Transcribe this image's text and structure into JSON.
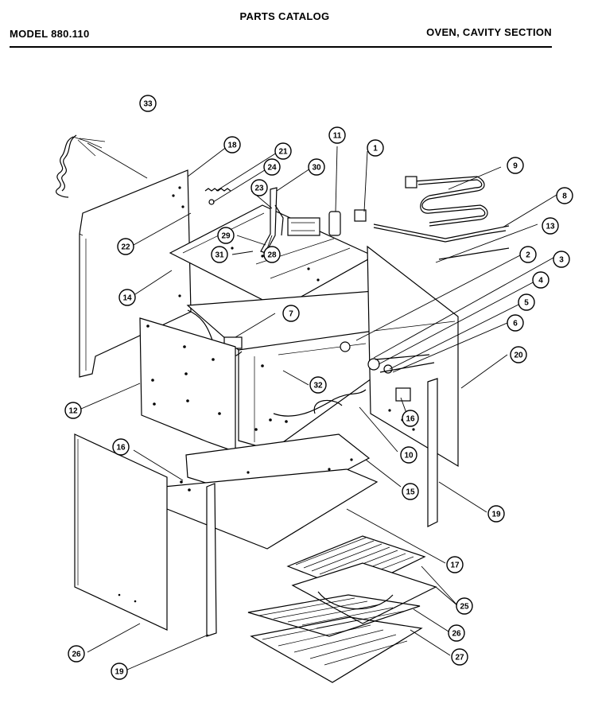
{
  "header": {
    "catalog_title": "PARTS CATALOG",
    "model": "MODEL 880.110",
    "section": "OVEN, CAVITY SECTION"
  },
  "callouts": [
    {
      "label": "33"
    },
    {
      "label": "18"
    },
    {
      "label": "21"
    },
    {
      "label": "24"
    },
    {
      "label": "30"
    },
    {
      "label": "11"
    },
    {
      "label": "1"
    },
    {
      "label": "9"
    },
    {
      "label": "23"
    },
    {
      "label": "8"
    },
    {
      "label": "22"
    },
    {
      "label": "29"
    },
    {
      "label": "13"
    },
    {
      "label": "31"
    },
    {
      "label": "28"
    },
    {
      "label": "2"
    },
    {
      "label": "3"
    },
    {
      "label": "14"
    },
    {
      "label": "4"
    },
    {
      "label": "7"
    },
    {
      "label": "5"
    },
    {
      "label": "6"
    },
    {
      "label": "20"
    },
    {
      "label": "32"
    },
    {
      "label": "12"
    },
    {
      "label": "16"
    },
    {
      "label": "10"
    },
    {
      "label": "16"
    },
    {
      "label": "15"
    },
    {
      "label": "19"
    },
    {
      "label": "17"
    },
    {
      "label": "25"
    },
    {
      "label": "26"
    },
    {
      "label": "27"
    },
    {
      "label": "26"
    },
    {
      "label": "19"
    }
  ]
}
